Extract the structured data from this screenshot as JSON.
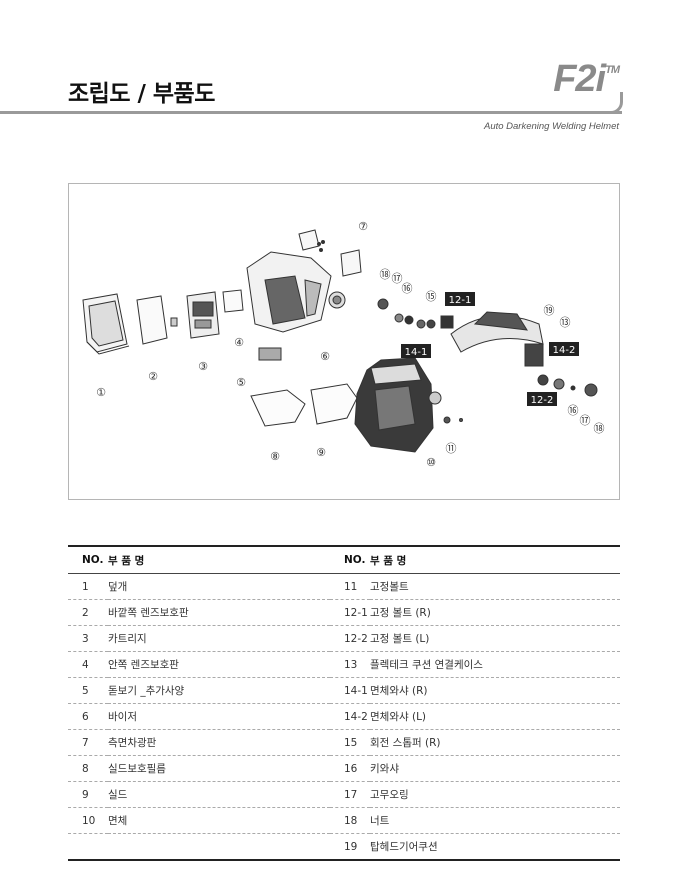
{
  "header": {
    "title": "조립도 / 부품도",
    "brand": "F2i",
    "brand_tm": "TM",
    "subtitle": "Auto Darkening Welding Helmet"
  },
  "diagram": {
    "callouts": [
      "①",
      "②",
      "③",
      "④",
      "⑤",
      "⑥",
      "⑦",
      "⑧",
      "⑨",
      "⑩",
      "⑪",
      "⑬",
      "⑮",
      "⑯",
      "⑰",
      "⑱",
      "⑲",
      "⑯",
      "⑰",
      "⑱"
    ],
    "tags": [
      "12-1",
      "14-1",
      "14-2",
      "12-2"
    ]
  },
  "table": {
    "headers": [
      "NO.",
      "부 품 명",
      "NO.",
      "부 품 명"
    ],
    "rows": [
      [
        "1",
        "덮개",
        "11",
        "고정볼트"
      ],
      [
        "2",
        "바깥쪽 렌즈보호판",
        "12-1",
        "고정 볼트 (R)"
      ],
      [
        "3",
        "카트리지",
        "12-2",
        "고정 볼트 (L)"
      ],
      [
        "4",
        "안쪽 렌즈보호판",
        "13",
        "플렉테크 쿠션 연결케이스"
      ],
      [
        "5",
        "돋보기 _추가사양",
        "14-1",
        "면체와샤 (R)"
      ],
      [
        "6",
        "바이저",
        "14-2",
        "면체와샤 (L)"
      ],
      [
        "7",
        "측면차광판",
        "15",
        "회전 스톱퍼 (R)"
      ],
      [
        "8",
        "실드보호필름",
        "16",
        "키와샤"
      ],
      [
        "9",
        "실드",
        "17",
        "고무오링"
      ],
      [
        "10",
        "면체",
        "18",
        "너트"
      ],
      [
        "",
        "",
        "19",
        "탑헤드기어쿠션"
      ]
    ]
  }
}
